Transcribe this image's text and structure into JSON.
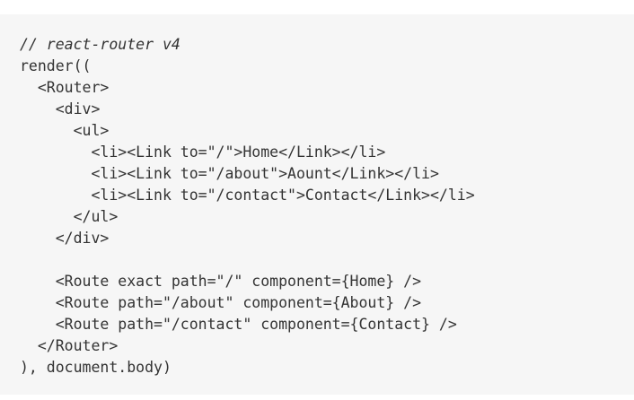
{
  "code": {
    "language": "jsx",
    "lines": [
      "// react-router v4",
      "render((",
      "  <Router>",
      "    <div>",
      "      <ul>",
      "        <li><Link to=\"/\">Home</Link></li>",
      "        <li><Link to=\"/about\">Aount</Link></li>",
      "        <li><Link to=\"/contact\">Contact</Link></li>",
      "      </ul>",
      "    </div>",
      "",
      "    <Route exact path=\"/\" component={Home} />",
      "    <Route path=\"/about\" component={About} />",
      "    <Route path=\"/contact\" component={Contact} />",
      "  </Router>",
      "), document.body)"
    ]
  },
  "colors": {
    "background": "#f6f6f6",
    "text": "#333333"
  }
}
